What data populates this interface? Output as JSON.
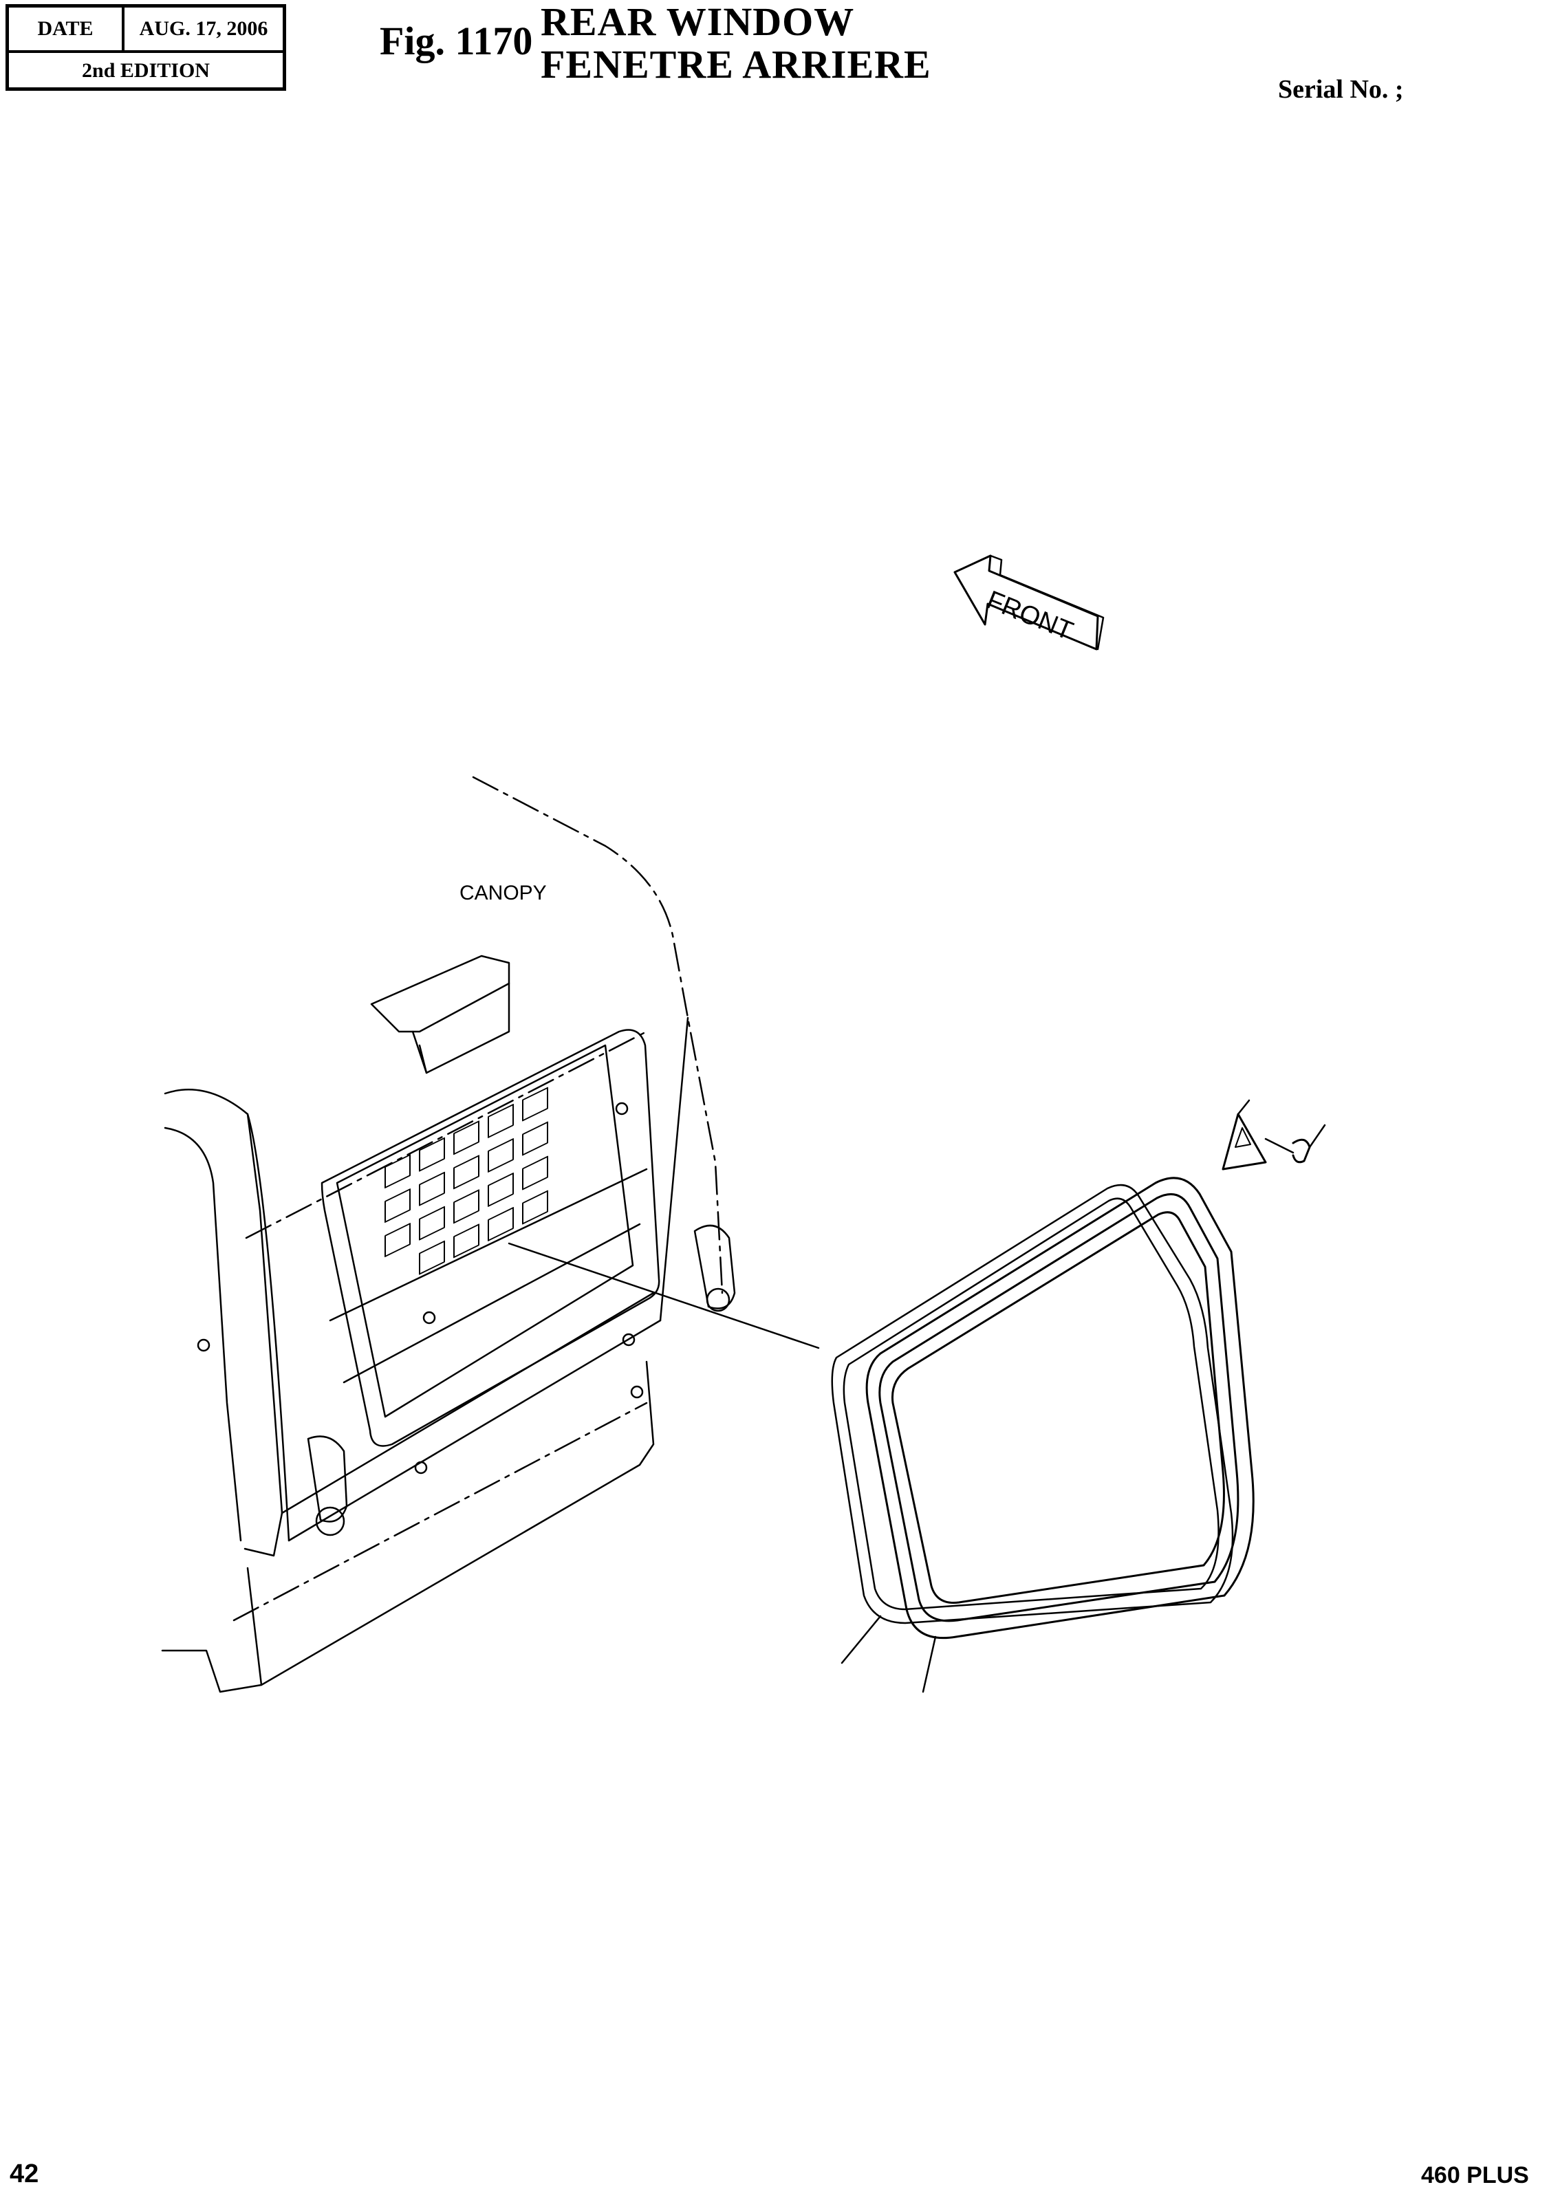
{
  "header": {
    "date_label": "DATE",
    "date_value": "AUG. 17, 2006",
    "edition": "2nd EDITION",
    "fig_label": "Fig. 1170",
    "title_en": "REAR  WINDOW",
    "title_fr": "FENETRE  ARRIERE",
    "serial": "Serial No. ;"
  },
  "drawing": {
    "front_label": "FRONT",
    "canopy_label": "CANOPY"
  },
  "footer": {
    "page_number": "42",
    "model": "460 PLUS"
  }
}
